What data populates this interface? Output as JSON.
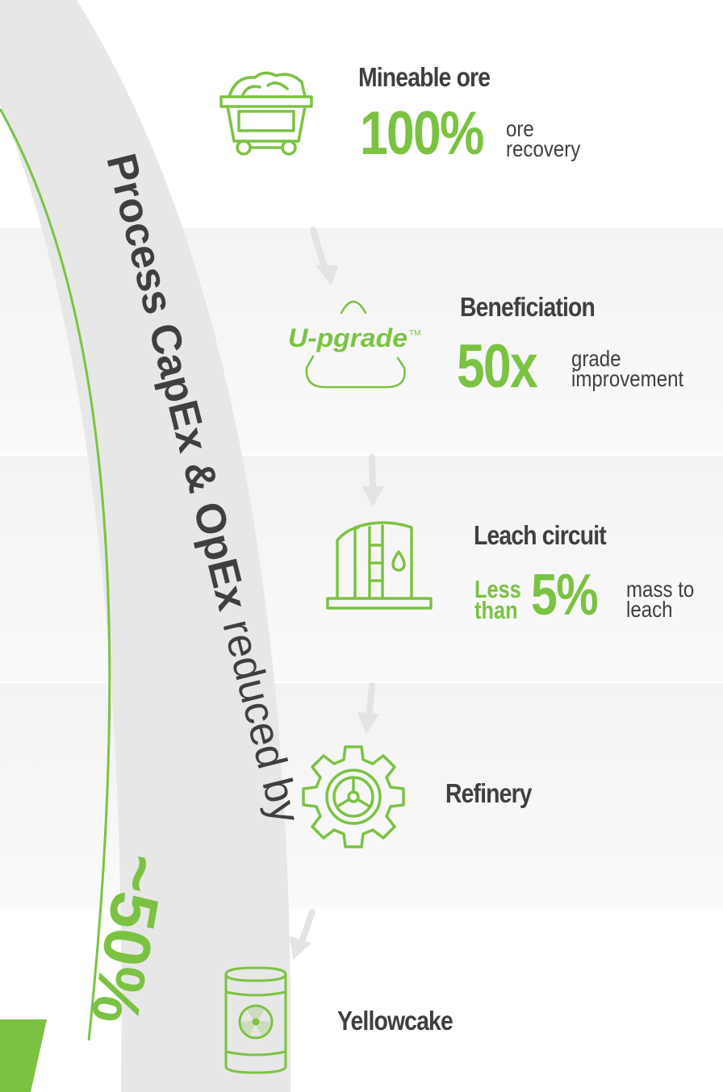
{
  "arc": {
    "bold_part": "Process CapEx & OpEx",
    "light_part": " reduced by ",
    "highlight": "~50%"
  },
  "steps": [
    {
      "title": "Mineable ore",
      "big": "100%",
      "line1": "ore",
      "line2": "recovery",
      "icon": "ore-cart-icon"
    },
    {
      "title": "Beneficiation",
      "big": "50x",
      "line1": "grade",
      "line2": "improvement",
      "icon": "u-pgrade-logo-icon",
      "logo_text": "U-pgrade",
      "logo_tm": "TM"
    },
    {
      "title": "Leach circuit",
      "prefix1": "Less",
      "prefix2": "than",
      "big": "5%",
      "line1": "mass to",
      "line2": "leach",
      "icon": "leach-tank-icon"
    },
    {
      "title": "Refinery",
      "icon": "gear-icon"
    },
    {
      "title": "Yellowcake",
      "icon": "radioactive-barrel-icon"
    }
  ],
  "colors": {
    "accent": "#7cc242",
    "text": "#3f3f3f",
    "arc_band": "#e7e7e7",
    "panel": "#f7f7f7",
    "arrow": "#e3e3e3"
  }
}
